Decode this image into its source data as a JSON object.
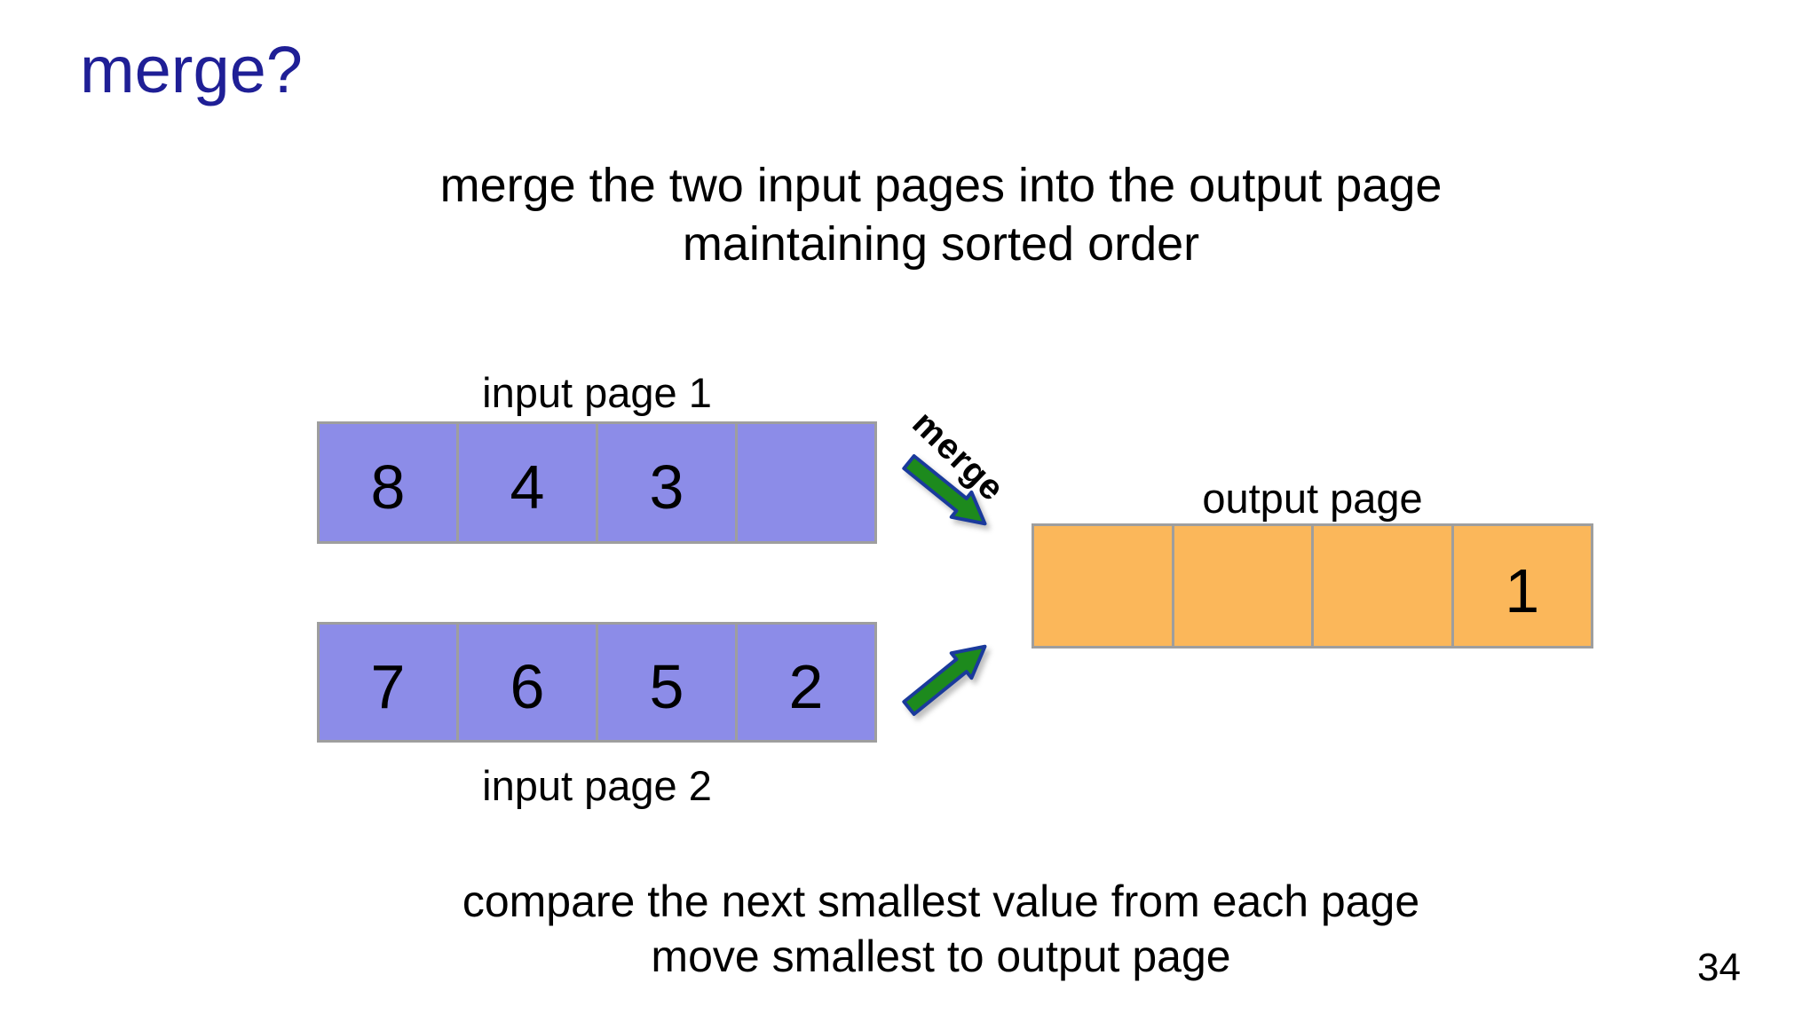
{
  "slide": {
    "title": "merge?",
    "page_number": "34",
    "description_lines": [
      "merge the two input pages into the output page",
      "maintaining sorted order"
    ],
    "footer_lines": [
      "compare the next smallest value from each page",
      "move smallest to output page"
    ]
  },
  "diagram": {
    "merge_arrow_label": "merge",
    "input_page_1": {
      "label": "input page 1",
      "cells": [
        "8",
        "4",
        "3",
        ""
      ]
    },
    "input_page_2": {
      "label": "input page 2",
      "cells": [
        "7",
        "6",
        "5",
        "2"
      ]
    },
    "output_page": {
      "label": "output page",
      "cells": [
        "",
        "",
        "",
        "1"
      ]
    }
  },
  "colors": {
    "background": "#FFFFFF",
    "title_text": "#1F1F96",
    "body_text": "#000000",
    "input_cell_fill": "#8C8CE8",
    "output_cell_fill": "#FBB75A",
    "cell_border": "#9E9E9E",
    "arrow_fill": "#1D8A1D",
    "arrow_outline": "#1A3A9C"
  }
}
